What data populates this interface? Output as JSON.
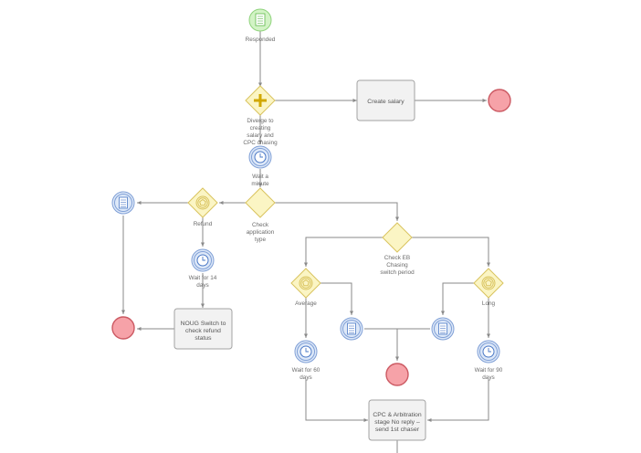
{
  "diagram": {
    "nodes": {
      "responded": {
        "label": [
          "Responded"
        ]
      },
      "diverge": {
        "label": [
          "Diverge to",
          "creating",
          "salary and",
          "CPC chasing"
        ]
      },
      "create_salary": {
        "label": [
          "Create salary"
        ]
      },
      "wait_minute": {
        "label": [
          "Wait a",
          "minute"
        ]
      },
      "check_app_type": {
        "label": [
          "Check",
          "application",
          "type"
        ]
      },
      "refund": {
        "label": [
          "Refund"
        ]
      },
      "wait_14": {
        "label": [
          "Wait for 14",
          "days"
        ]
      },
      "noug_switch": {
        "label": [
          "NOUG Switch to",
          "check refund",
          "status"
        ]
      },
      "check_eb": {
        "label": [
          "Check EB",
          "Chasing",
          "switch period"
        ]
      },
      "average": {
        "label": [
          "Average"
        ]
      },
      "long": {
        "label": [
          "Long"
        ]
      },
      "wait_60": {
        "label": [
          "Wait for 60",
          "days"
        ]
      },
      "wait_90": {
        "label": [
          "Wait for 90",
          "days"
        ]
      },
      "cpc_arbitration": {
        "label": [
          "CPC & Arbitration",
          "stage No reply –",
          "send 1st chaser"
        ]
      }
    },
    "colors": {
      "start_fill": "#d2f3c5",
      "gateway_fill": "#fbf5c4",
      "end_fill": "#f6a2a8",
      "intermediate_event": "#7f9fd6",
      "task_fill": "#f2f2f2",
      "connector": "#8a8a8a"
    }
  }
}
